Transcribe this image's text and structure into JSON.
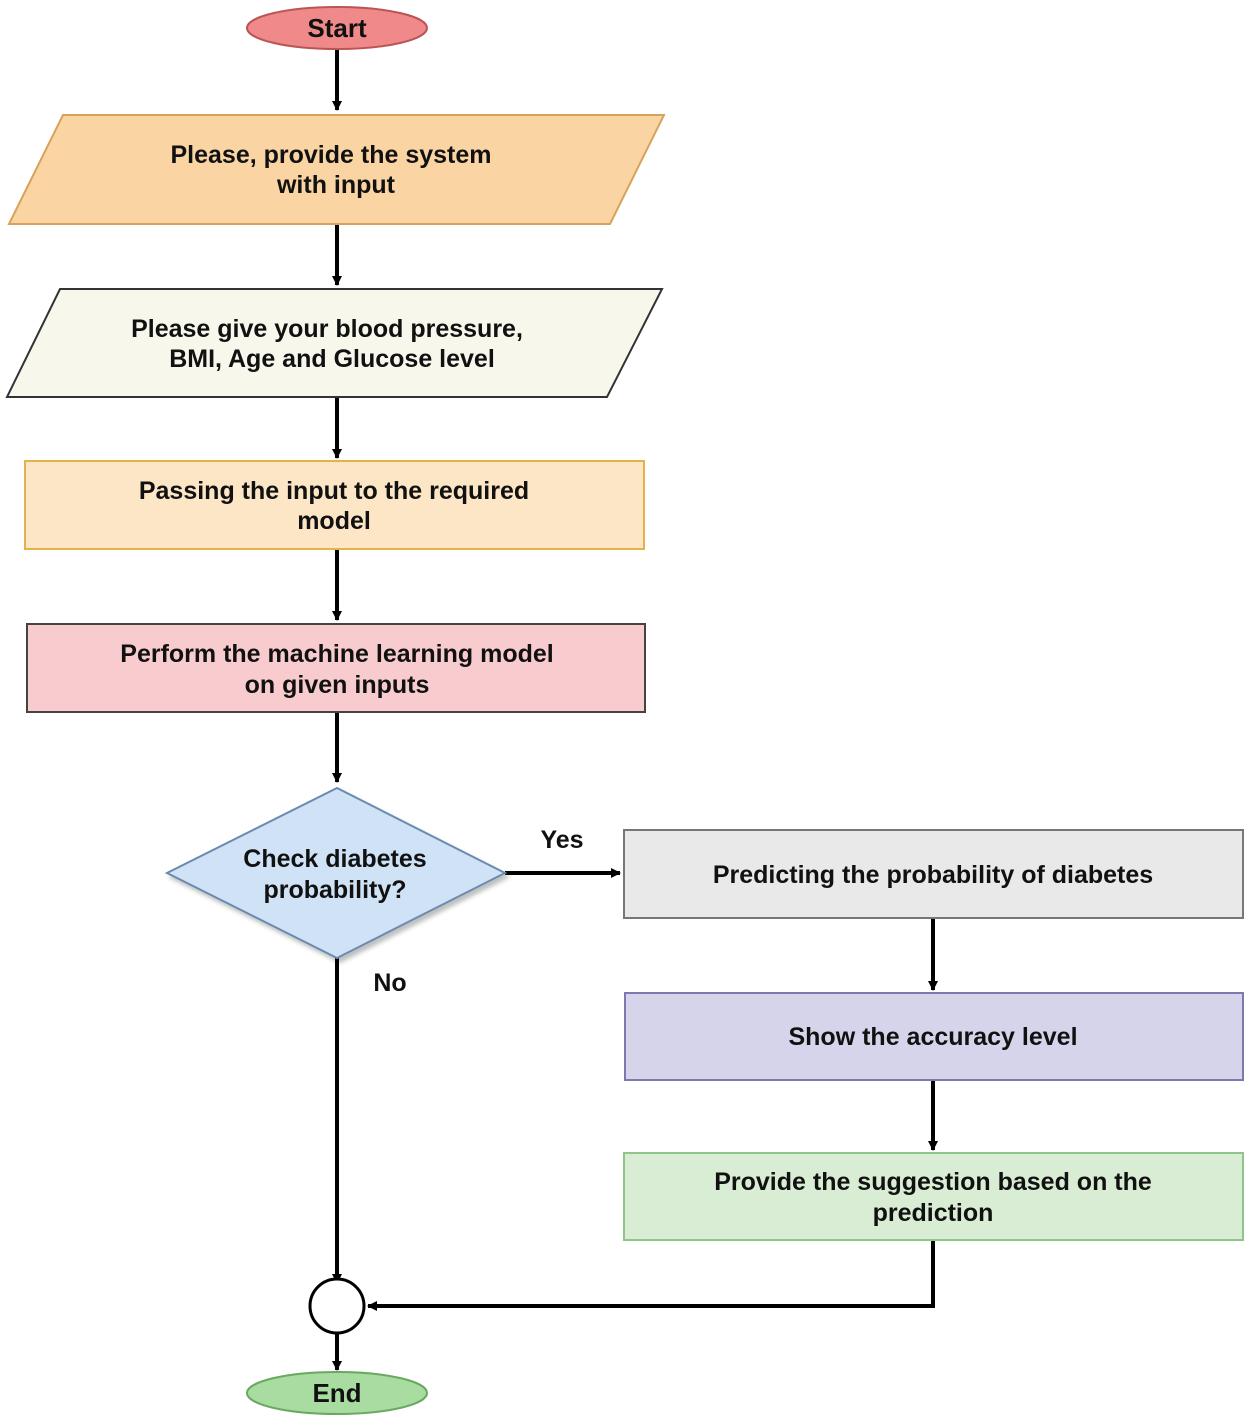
{
  "nodes": {
    "start": {
      "text": "Start",
      "fill": "#f08a8a"
    },
    "input_system": {
      "line1": "Please, provide the system",
      "line2": "with input",
      "fill": "#fbd4a4"
    },
    "input_values": {
      "line1": "Please give your blood pressure,",
      "line2": "BMI, Age and Glucose level",
      "fill": "#f8f7ec"
    },
    "pass_model": {
      "line1": "Passing the input to the required",
      "line2": "model",
      "fill": "#fde6c6"
    },
    "perform_ml": {
      "line1": "Perform the machine learning model",
      "line2": "on given inputs",
      "fill": "#f8cccf"
    },
    "decision": {
      "line1": "Check diabetes",
      "line2": "probability?",
      "fill": "#cfe2f6"
    },
    "predict": {
      "text": "Predicting the probability of diabetes",
      "fill": "#e9e9e9"
    },
    "accuracy": {
      "text": "Show the accuracy level",
      "fill": "#d6d4ea"
    },
    "suggestion": {
      "line1": "Provide the suggestion based on the",
      "line2": "prediction",
      "fill": "#d8edd4"
    },
    "end": {
      "text": "End",
      "fill": "#a8dca0"
    }
  },
  "edges": {
    "yes_label": "Yes",
    "no_label": "No"
  }
}
